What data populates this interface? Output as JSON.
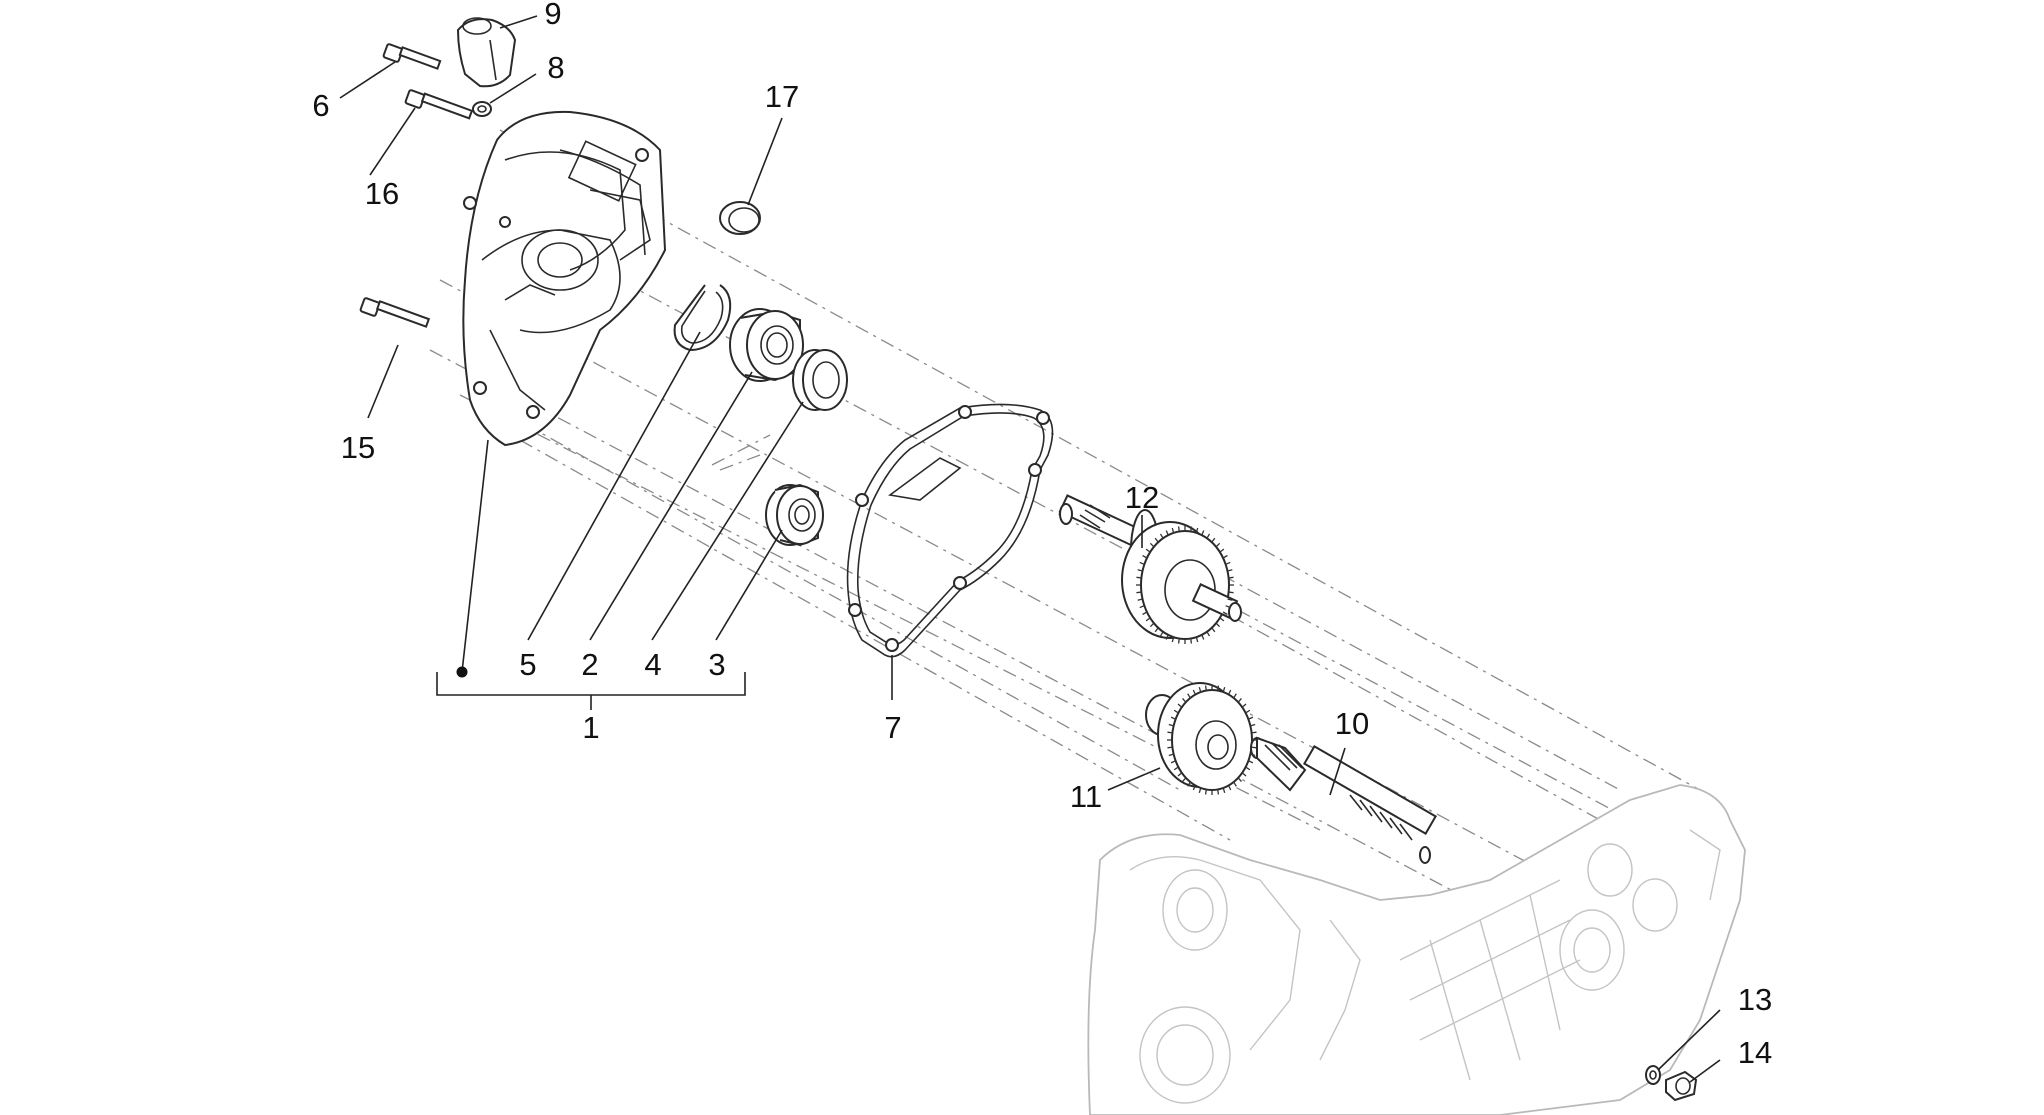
{
  "diagram": {
    "callouts": [
      {
        "key": "c1",
        "text": "1"
      },
      {
        "key": "c2",
        "text": "2"
      },
      {
        "key": "c3",
        "text": "3"
      },
      {
        "key": "c4",
        "text": "4"
      },
      {
        "key": "c5",
        "text": "5"
      },
      {
        "key": "c6",
        "text": "6"
      },
      {
        "key": "c7",
        "text": "7"
      },
      {
        "key": "c8",
        "text": "8"
      },
      {
        "key": "c9",
        "text": "9"
      },
      {
        "key": "c10",
        "text": "10"
      },
      {
        "key": "c11",
        "text": "11"
      },
      {
        "key": "c12",
        "text": "12"
      },
      {
        "key": "c13",
        "text": "13"
      },
      {
        "key": "c14",
        "text": "14"
      },
      {
        "key": "c15",
        "text": "15"
      },
      {
        "key": "c16",
        "text": "16"
      },
      {
        "key": "c17",
        "text": "17"
      }
    ]
  }
}
